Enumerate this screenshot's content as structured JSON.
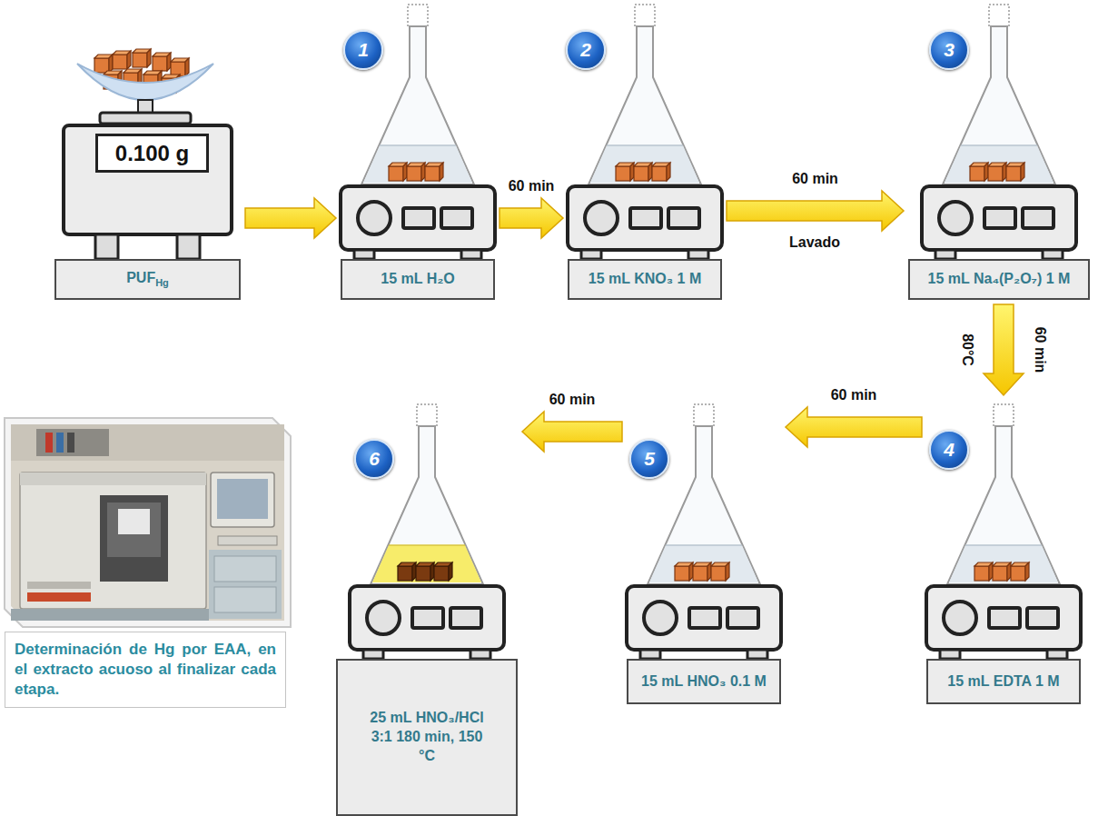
{
  "diagram": {
    "nodes": [
      {
        "text": [
          "PUF",
          "Hg"
        ]
      },
      {
        "text": [
          "0.100 g"
        ],
        "in": 0
      },
      {
        "text": [
          "1"
        ]
      },
      {
        "text": [
          "15 mL H₂O"
        ]
      },
      {
        "text": [
          "2"
        ]
      },
      {
        "text": [
          "15 mL KNO₃ 1 M"
        ]
      },
      {
        "text": [
          "3"
        ]
      },
      {
        "text": [
          "15 mL Na₄(P₂O₇) 1 M"
        ]
      },
      {
        "text": [
          "4"
        ]
      },
      {
        "text": [
          "15 mL EDTA 1 M"
        ]
      },
      {
        "text": [
          "5"
        ]
      },
      {
        "text": [
          "15 mL HNO₃ 0.1 M"
        ]
      },
      {
        "text": [
          "6"
        ]
      },
      {
        "text": [
          "25 mL HNO₃/HCl 3:1 180 min, 150 °C"
        ]
      },
      {
        "text": [
          "Determinación de Hg por EAA, en el extracto acuoso al finalizar cada etapa."
        ]
      }
    ],
    "edges": [
      {
        "from": 0,
        "to": 3,
        "arrow": "to"
      },
      {
        "from": 3,
        "to": 5,
        "label": "60 min",
        "arrow": "to"
      },
      {
        "from": 5,
        "to": 7,
        "label": "60 min",
        "arrow": "to"
      },
      {
        "from": 7,
        "to": 9,
        "label": "60 min",
        "arrow": "to"
      },
      {
        "from": 9,
        "to": 11,
        "label": "60 min",
        "arrow": "to"
      },
      {
        "from": 11,
        "to": 13,
        "label": "60 min",
        "arrow": "to"
      }
    ],
    "labels": [
      "Lavado",
      "80°C"
    ]
  }
}
